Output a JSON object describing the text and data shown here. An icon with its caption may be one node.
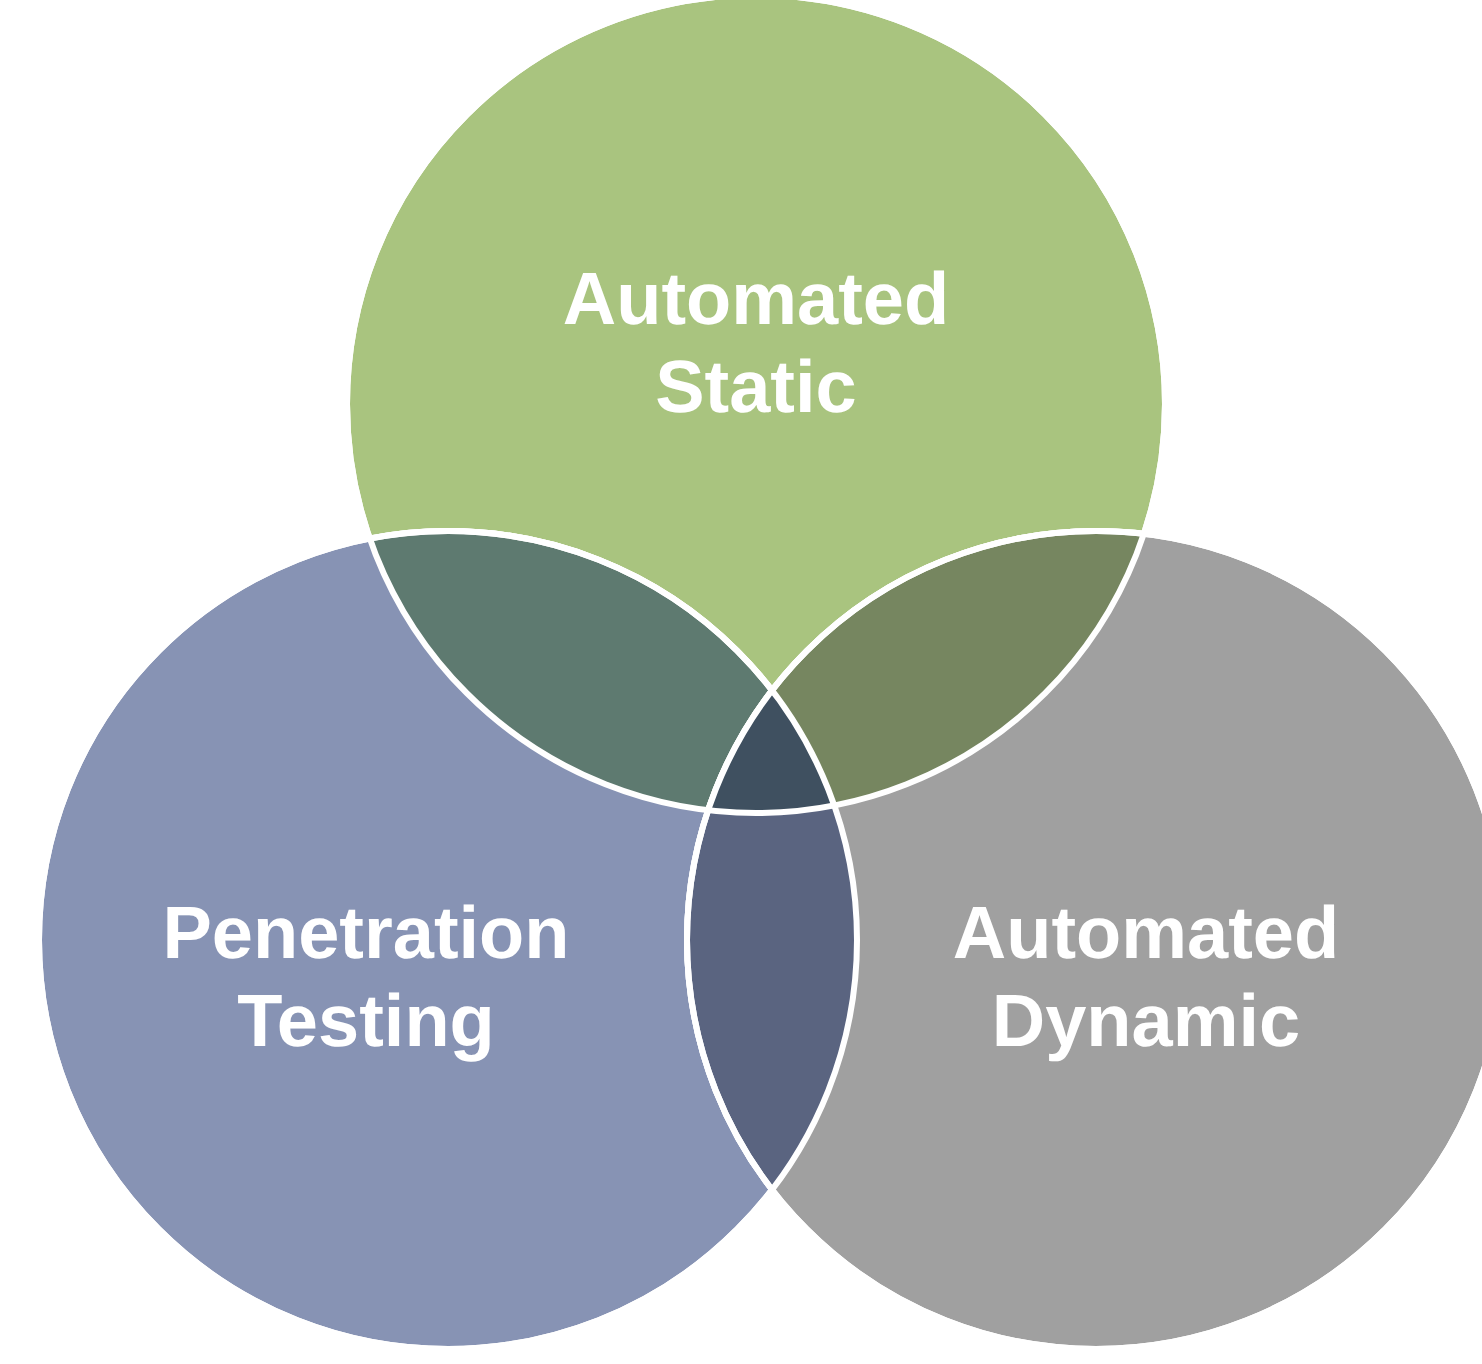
{
  "diagram": {
    "nodes": [
      {
        "text": [
          "Automated Static"
        ]
      },
      {
        "text": [
          "Penetration Testing"
        ]
      },
      {
        "text": [
          "Automated Dynamic"
        ]
      }
    ]
  }
}
